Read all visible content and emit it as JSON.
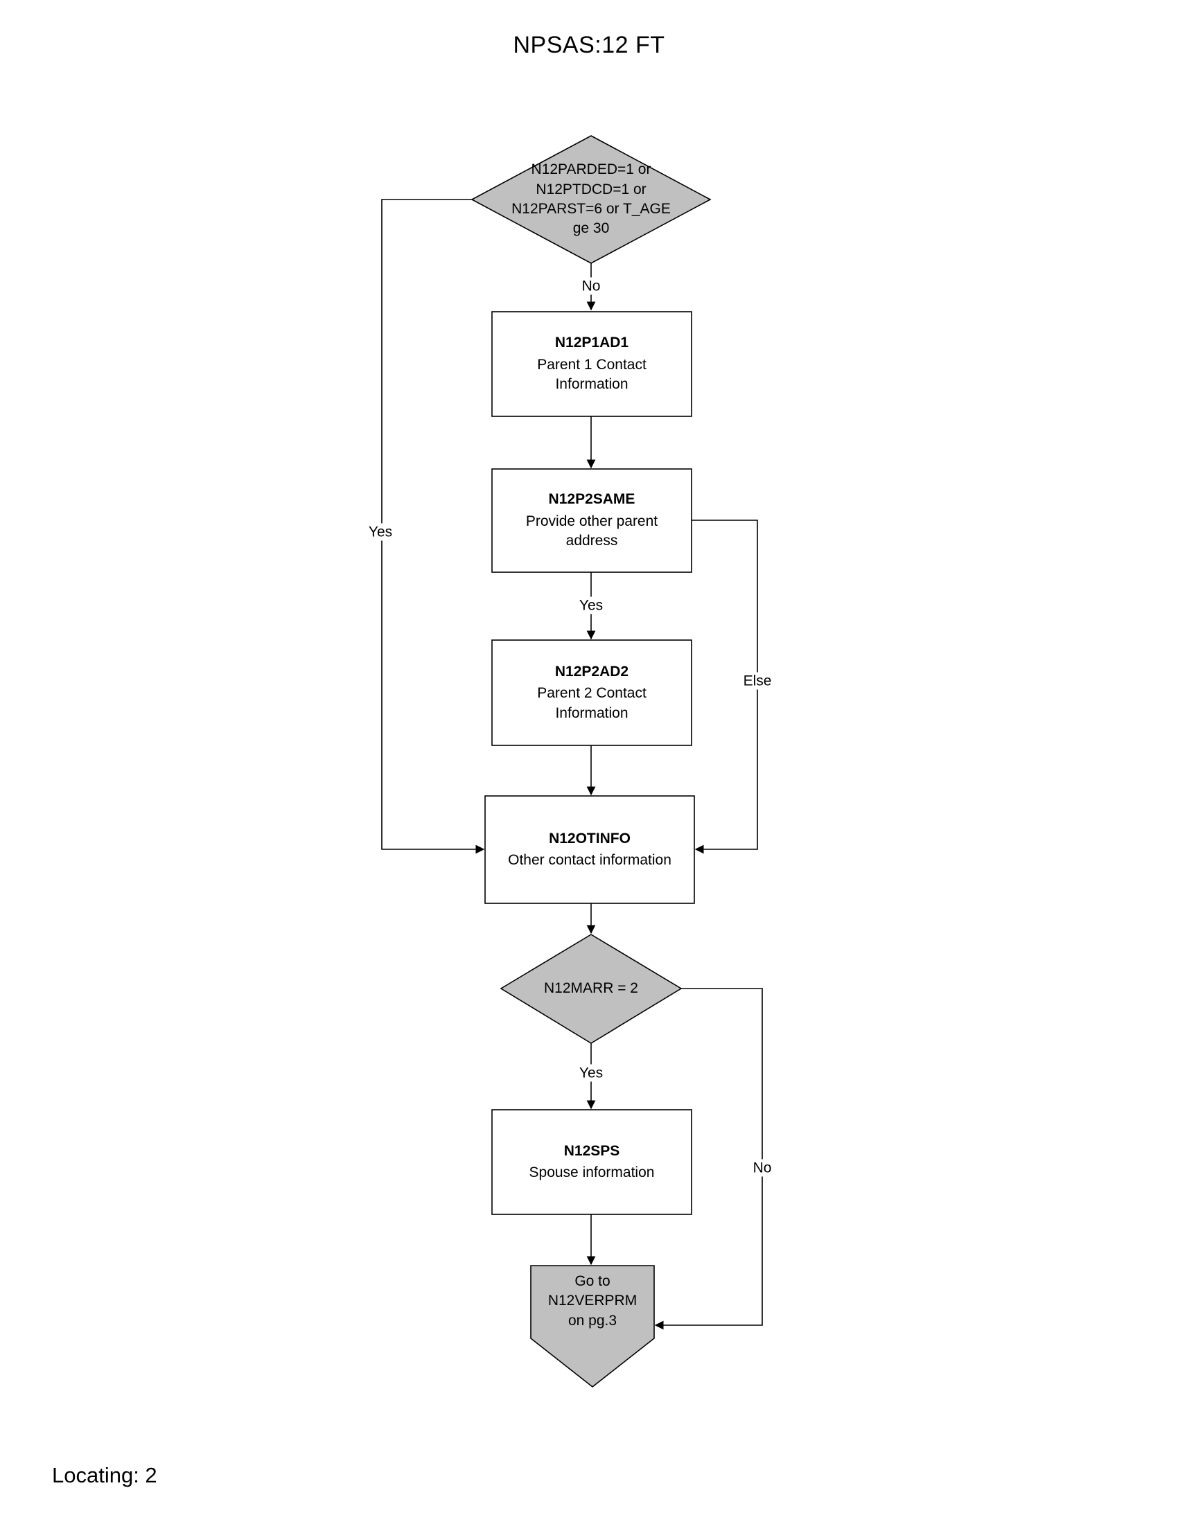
{
  "page": {
    "title": "NPSAS:12 FT",
    "footer": "Locating: 2"
  },
  "colors": {
    "decision_fill": "#c0c0c0",
    "terminal_fill": "#c0c0c0",
    "process_fill": "#ffffff",
    "line": "#000000"
  },
  "nodes": {
    "decision_parent": {
      "type": "decision",
      "label": "N12PARDED=1 or N12PTDCD=1 or N12PARST=6 or T_AGE ge 30"
    },
    "p1ad1": {
      "type": "process",
      "code": "N12P1AD1",
      "label": "Parent 1 Contact Information"
    },
    "p2same": {
      "type": "process",
      "code": "N12P2SAME",
      "label": "Provide other parent address"
    },
    "p2ad2": {
      "type": "process",
      "code": "N12P2AD2",
      "label": "Parent 2 Contact Information"
    },
    "otinfo": {
      "type": "process",
      "code": "N12OTINFO",
      "label": "Other contact information"
    },
    "decision_marr": {
      "type": "decision",
      "label": "N12MARR = 2"
    },
    "sps": {
      "type": "process",
      "code": "N12SPS",
      "label": "Spouse information"
    },
    "goto_verprm": {
      "type": "terminal",
      "label": "Go to N12VERPRM on pg.3"
    }
  },
  "edge_labels": {
    "decision_parent_no": "No",
    "decision_parent_yes": "Yes",
    "p2same_yes": "Yes",
    "p2same_else": "Else",
    "decision_marr_yes": "Yes",
    "decision_marr_no": "No"
  }
}
